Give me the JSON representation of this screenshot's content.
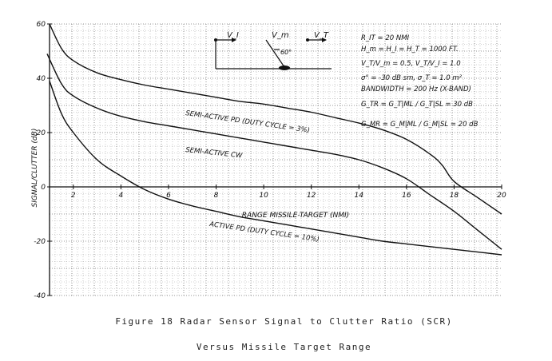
{
  "chart_data": {
    "type": "line",
    "xlabel": "RANGE MISSILE-TARGET (NMI)",
    "ylabel": "SIGNAL/CLUTTER (dB)",
    "xlim": [
      1,
      20
    ],
    "ylim": [
      -40,
      60
    ],
    "x_ticks": [
      2,
      4,
      6,
      8,
      10,
      12,
      14,
      16,
      18,
      20
    ],
    "y_ticks": [
      60,
      40,
      20,
      0,
      -20,
      -40
    ],
    "grid": true,
    "series": [
      {
        "name": "SEMI-ACTIVE PD (DUTY CYCLE = 3%)",
        "x": [
          1.0,
          1.5,
          2,
          3,
          4,
          5,
          6,
          7,
          8,
          9,
          10,
          11,
          12,
          13,
          14,
          15,
          16,
          17,
          17.5,
          18,
          19,
          20
        ],
        "y": [
          60,
          51,
          46.5,
          42,
          39.5,
          37.5,
          36,
          34.5,
          33,
          31.5,
          30.5,
          29,
          27.5,
          25.5,
          23.5,
          21,
          17.5,
          12,
          8,
          2,
          -4,
          -10
        ]
      },
      {
        "name": "SEMI-ACTIVE CW",
        "x": [
          0.9,
          1.5,
          2,
          3,
          4,
          5,
          6,
          7,
          8,
          9,
          10,
          11,
          12,
          13,
          14,
          15,
          16,
          17,
          18,
          19,
          20
        ],
        "y": [
          49,
          38,
          33.5,
          29,
          26,
          24,
          22.5,
          21,
          19.5,
          18,
          16.5,
          15,
          13.5,
          12,
          10,
          7,
          3,
          -3,
          -9,
          -16,
          -23
        ]
      },
      {
        "name": "ACTIVE PD (DUTY CYCLE = 10%)",
        "x": [
          1.0,
          1.5,
          2,
          3,
          4,
          5,
          6,
          7,
          8,
          9,
          10,
          11,
          12,
          13,
          14,
          15,
          16,
          17,
          18,
          19,
          20
        ],
        "y": [
          39,
          27,
          20,
          10,
          4,
          -1,
          -4.5,
          -7,
          -9,
          -11,
          -12.5,
          -14,
          -15.5,
          -17,
          -18.5,
          -20,
          -21,
          -22,
          -23,
          -24,
          -25
        ]
      }
    ],
    "annotations": {
      "params": [
        "R_IT = 20 NMI",
        "H_m = H_I = H_T = 1000 FT.",
        "V_T/V_m = 0.5,  V_T/V_I = 1.0",
        "σ° = -30 dB sm, σ_T = 1.0 m²",
        "BANDWIDTH = 200 Hz (X-BAND)",
        "G_TR = G_T|ML / G_T|SL = 30 dB",
        "G_MR = G_M|ML / G_M|SL = 20 dB"
      ],
      "geometry": {
        "vel_1": "V_I",
        "vel_2": "V_m",
        "vel_3": "V_T",
        "angle": "60°"
      }
    }
  },
  "caption": {
    "line1": "Figure 18  Radar Sensor Signal to Clutter Ratio (SCR)",
    "line2": "Versus Missile Target Range"
  }
}
